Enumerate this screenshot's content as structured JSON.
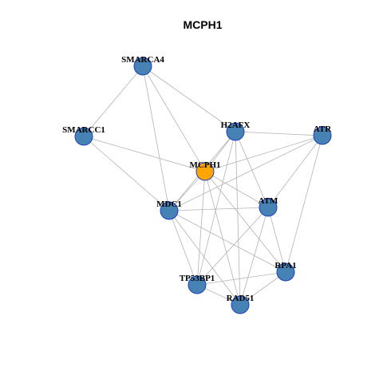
{
  "title": "MCPH1",
  "colors": {
    "node": "#4682B4",
    "center": "#FFA500",
    "edge": "#B3B3B3",
    "border": "#1F3FBF"
  },
  "nodes": [
    {
      "id": "SMARCA4",
      "label": "SMARCA4",
      "center": false
    },
    {
      "id": "SMARCC1",
      "label": "SMARCC1",
      "center": false
    },
    {
      "id": "H2AFX",
      "label": "H2AFX",
      "center": false
    },
    {
      "id": "ATR",
      "label": "ATR",
      "center": false
    },
    {
      "id": "MCPH1",
      "label": "MCPH1",
      "center": true
    },
    {
      "id": "MDC1",
      "label": "MDC1",
      "center": false
    },
    {
      "id": "ATM",
      "label": "ATM",
      "center": false
    },
    {
      "id": "RPA1",
      "label": "RPA1",
      "center": false
    },
    {
      "id": "TP53BP1",
      "label": "TP53BP1",
      "center": false
    },
    {
      "id": "RAD51",
      "label": "RAD51",
      "center": false
    }
  ],
  "edges": [
    [
      "SMARCA4",
      "SMARCC1"
    ],
    [
      "SMARCA4",
      "MCPH1"
    ],
    [
      "SMARCA4",
      "H2AFX"
    ],
    [
      "SMARCA4",
      "MDC1"
    ],
    [
      "SMARCC1",
      "MCPH1"
    ],
    [
      "SMARCC1",
      "MDC1"
    ],
    [
      "H2AFX",
      "ATR"
    ],
    [
      "H2AFX",
      "MCPH1"
    ],
    [
      "H2AFX",
      "MDC1"
    ],
    [
      "H2AFX",
      "ATM"
    ],
    [
      "H2AFX",
      "TP53BP1"
    ],
    [
      "H2AFX",
      "RAD51"
    ],
    [
      "ATR",
      "MCPH1"
    ],
    [
      "ATR",
      "ATM"
    ],
    [
      "ATR",
      "RPA1"
    ],
    [
      "ATR",
      "MDC1"
    ],
    [
      "MCPH1",
      "MDC1"
    ],
    [
      "MCPH1",
      "ATM"
    ],
    [
      "MCPH1",
      "TP53BP1"
    ],
    [
      "MCPH1",
      "RAD51"
    ],
    [
      "MCPH1",
      "RPA1"
    ],
    [
      "MDC1",
      "ATM"
    ],
    [
      "MDC1",
      "TP53BP1"
    ],
    [
      "MDC1",
      "RAD51"
    ],
    [
      "MDC1",
      "RPA1"
    ],
    [
      "ATM",
      "TP53BP1"
    ],
    [
      "ATM",
      "RAD51"
    ],
    [
      "ATM",
      "RPA1"
    ],
    [
      "RPA1",
      "TP53BP1"
    ],
    [
      "RPA1",
      "RAD51"
    ],
    [
      "TP53BP1",
      "RAD51"
    ]
  ]
}
